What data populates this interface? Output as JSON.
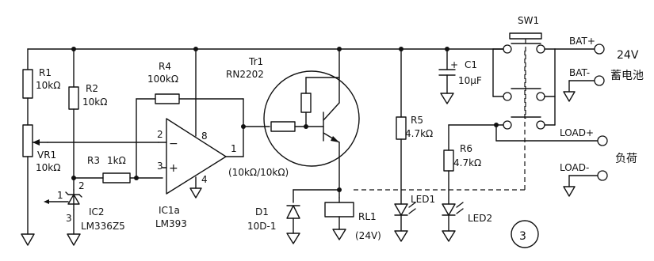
{
  "components": {
    "r1": {
      "ref": "R1",
      "value": "10kΩ"
    },
    "r2": {
      "ref": "R2",
      "value": "10kΩ"
    },
    "r3": {
      "ref": "R3",
      "value": "1kΩ"
    },
    "r4": {
      "ref": "R4",
      "value": "100kΩ"
    },
    "r5": {
      "ref": "R5",
      "value": "4.7kΩ"
    },
    "r6": {
      "ref": "R6",
      "value": "4.7kΩ"
    },
    "vr1": {
      "ref": "VR1",
      "value": "10kΩ"
    },
    "ic2": {
      "ref": "IC2",
      "part": "LM336Z5",
      "pin1": "1",
      "pin2": "2",
      "pin3": "3"
    },
    "ic1a": {
      "ref": "IC1a",
      "part": "LM393",
      "pin_inv": "2",
      "pin_noninv": "3",
      "pin_out": "1",
      "pin_vcc": "8",
      "pin_gnd": "4",
      "minus": "−",
      "plus": "+"
    },
    "tr1": {
      "ref": "Tr1",
      "part": "RN2202",
      "note": "(10kΩ/10kΩ)"
    },
    "d1": {
      "ref": "D1",
      "part": "10D-1"
    },
    "rl1": {
      "ref": "RL1",
      "value": "(24V)"
    },
    "c1": {
      "ref": "C1",
      "value": "10µF",
      "polarity": "+"
    },
    "led1": {
      "ref": "LED1"
    },
    "led2": {
      "ref": "LED2"
    },
    "sw1": {
      "ref": "SW1"
    }
  },
  "terminals": {
    "bat_plus": "BAT+",
    "bat_minus": "BAT-",
    "load_plus": "LOAD+",
    "load_minus": "LOAD-",
    "battery_voltage": "24V",
    "battery_label": "蓄电池",
    "load_label": "负荷"
  },
  "figure_number": "3"
}
